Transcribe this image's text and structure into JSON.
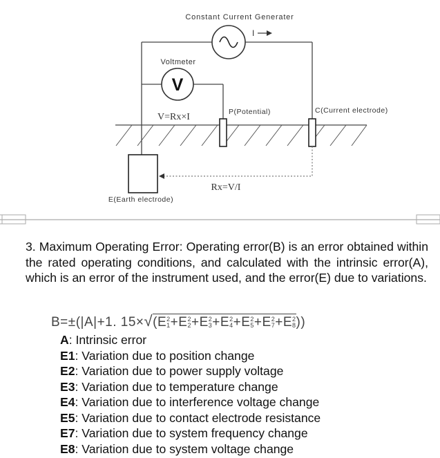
{
  "diagram": {
    "generator_label": "Constant Current Generater",
    "current_label": "I",
    "voltmeter_label": "Voltmeter",
    "voltmeter_symbol": "V",
    "ohms_law": "V=Rx×I",
    "potential_label": "P(Potential)",
    "current_electrode_label": "C(Current electrode)",
    "resistance_label": "Rx=V/I",
    "earth_label": "E(Earth electrode)"
  },
  "paragraph": "3. Maximum Operating Error: Operating error(B) is an error obtained within the rated operating conditions, and calculated with the intrinsic error(A), which is an error of the instrument used, and the error(E) due to variations.",
  "formula": {
    "lhs": "B=±(|A|+1. 15×",
    "terms": [
      "E1",
      "E2",
      "E3",
      "E4",
      "E5",
      "E7",
      "E8"
    ],
    "rhs": "))"
  },
  "legend": [
    {
      "key": "A",
      "text": ": Intrinsic error"
    },
    {
      "key": "E1",
      "text": ": Variation due to position change"
    },
    {
      "key": "E2",
      "text": ": Variation due to power supply voltage"
    },
    {
      "key": "E3",
      "text": ": Variation due to temperature change"
    },
    {
      "key": "E4",
      "text": ": Variation due to interference voltage change"
    },
    {
      "key": "E5",
      "text": ": Variation due to contact electrode resistance"
    },
    {
      "key": "E7",
      "text": ": Variation due to system frequency change"
    },
    {
      "key": "E8",
      "text": ": Variation due to system voltage change"
    }
  ]
}
